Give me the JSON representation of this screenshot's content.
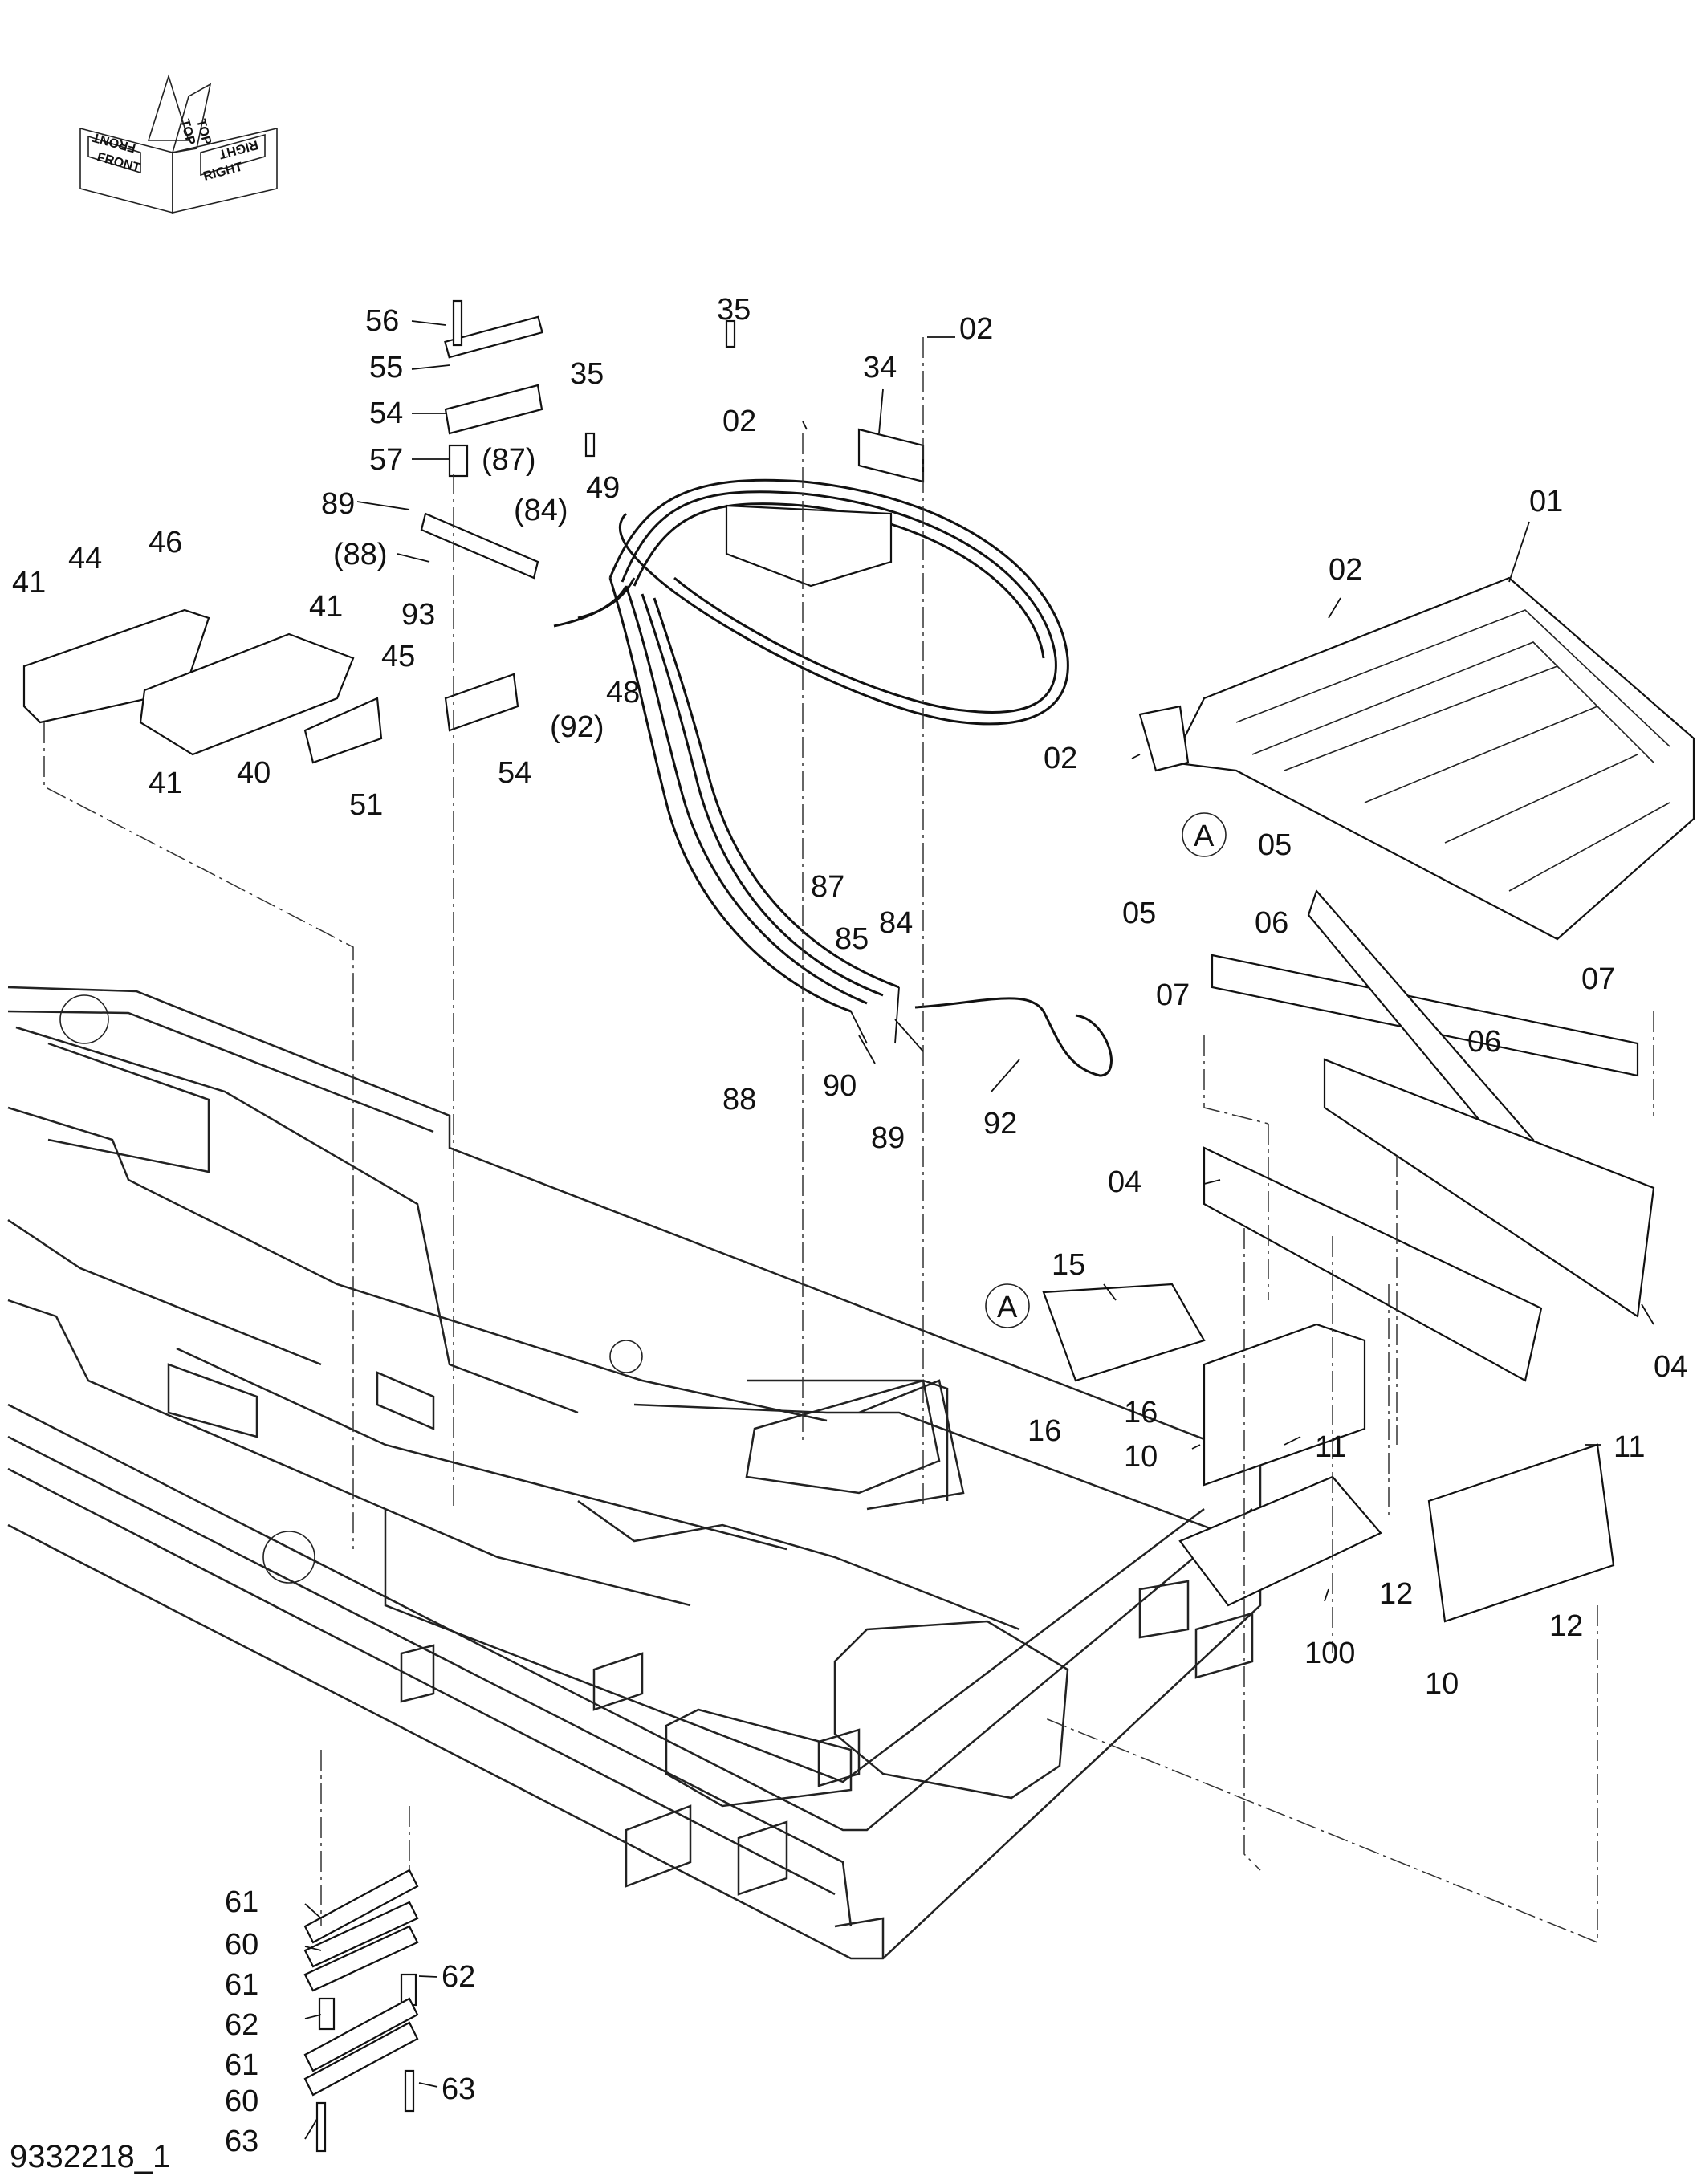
{
  "figure_number": "9332218_1",
  "orientation": {
    "labels": [
      "TOP",
      "FRONT",
      "RIGHT",
      "FRONT",
      "TOP",
      "RIGHT"
    ]
  },
  "callouts": [
    {
      "id": "c56",
      "text": "56"
    },
    {
      "id": "c55",
      "text": "55"
    },
    {
      "id": "c54a",
      "text": "54"
    },
    {
      "id": "c57",
      "text": "57"
    },
    {
      "id": "c87a",
      "text": "(87)"
    },
    {
      "id": "c84a",
      "text": "(84)"
    },
    {
      "id": "c89a",
      "text": "89"
    },
    {
      "id": "c88a",
      "text": "(88)"
    },
    {
      "id": "c49",
      "text": "49"
    },
    {
      "id": "c35a",
      "text": "35"
    },
    {
      "id": "c35b",
      "text": "35"
    },
    {
      "id": "c34",
      "text": "34"
    },
    {
      "id": "c02a",
      "text": "02"
    },
    {
      "id": "c02b",
      "text": "02"
    },
    {
      "id": "c02c",
      "text": "02"
    },
    {
      "id": "c02d",
      "text": "02"
    },
    {
      "id": "c01",
      "text": "01"
    },
    {
      "id": "c41a",
      "text": "41"
    },
    {
      "id": "c44",
      "text": "44"
    },
    {
      "id": "c46",
      "text": "46"
    },
    {
      "id": "c41b",
      "text": "41"
    },
    {
      "id": "c45",
      "text": "45"
    },
    {
      "id": "c93",
      "text": "93"
    },
    {
      "id": "c41c",
      "text": "41"
    },
    {
      "id": "c40",
      "text": "40"
    },
    {
      "id": "c51",
      "text": "51"
    },
    {
      "id": "c54b",
      "text": "54"
    },
    {
      "id": "c92a",
      "text": "(92)"
    },
    {
      "id": "c48",
      "text": "48"
    },
    {
      "id": "cA1",
      "text": "A"
    },
    {
      "id": "c05a",
      "text": "05"
    },
    {
      "id": "c05b",
      "text": "05"
    },
    {
      "id": "c06a",
      "text": "06"
    },
    {
      "id": "c07a",
      "text": "07"
    },
    {
      "id": "c07b",
      "text": "07"
    },
    {
      "id": "c06b",
      "text": "06"
    },
    {
      "id": "c87b",
      "text": "87"
    },
    {
      "id": "c85",
      "text": "85"
    },
    {
      "id": "c84b",
      "text": "84"
    },
    {
      "id": "c88b",
      "text": "88"
    },
    {
      "id": "c90",
      "text": "90"
    },
    {
      "id": "c89b",
      "text": "89"
    },
    {
      "id": "c92b",
      "text": "92"
    },
    {
      "id": "c04a",
      "text": "04"
    },
    {
      "id": "c04b",
      "text": "04"
    },
    {
      "id": "cA2",
      "text": "A"
    },
    {
      "id": "c15",
      "text": "15"
    },
    {
      "id": "c16a",
      "text": "16"
    },
    {
      "id": "c16b",
      "text": "16"
    },
    {
      "id": "c11a",
      "text": "11"
    },
    {
      "id": "c11b",
      "text": "11"
    },
    {
      "id": "c10a",
      "text": "10"
    },
    {
      "id": "c12a",
      "text": "12"
    },
    {
      "id": "c12b",
      "text": "12"
    },
    {
      "id": "c100",
      "text": "100"
    },
    {
      "id": "c10b",
      "text": "10"
    },
    {
      "id": "c61a",
      "text": "61"
    },
    {
      "id": "c60a",
      "text": "60"
    },
    {
      "id": "c61b",
      "text": "61"
    },
    {
      "id": "c62a",
      "text": "62"
    },
    {
      "id": "c62b",
      "text": "62"
    },
    {
      "id": "c61c",
      "text": "61"
    },
    {
      "id": "c60b",
      "text": "60"
    },
    {
      "id": "c63a",
      "text": "63"
    },
    {
      "id": "c63b",
      "text": "63"
    }
  ]
}
